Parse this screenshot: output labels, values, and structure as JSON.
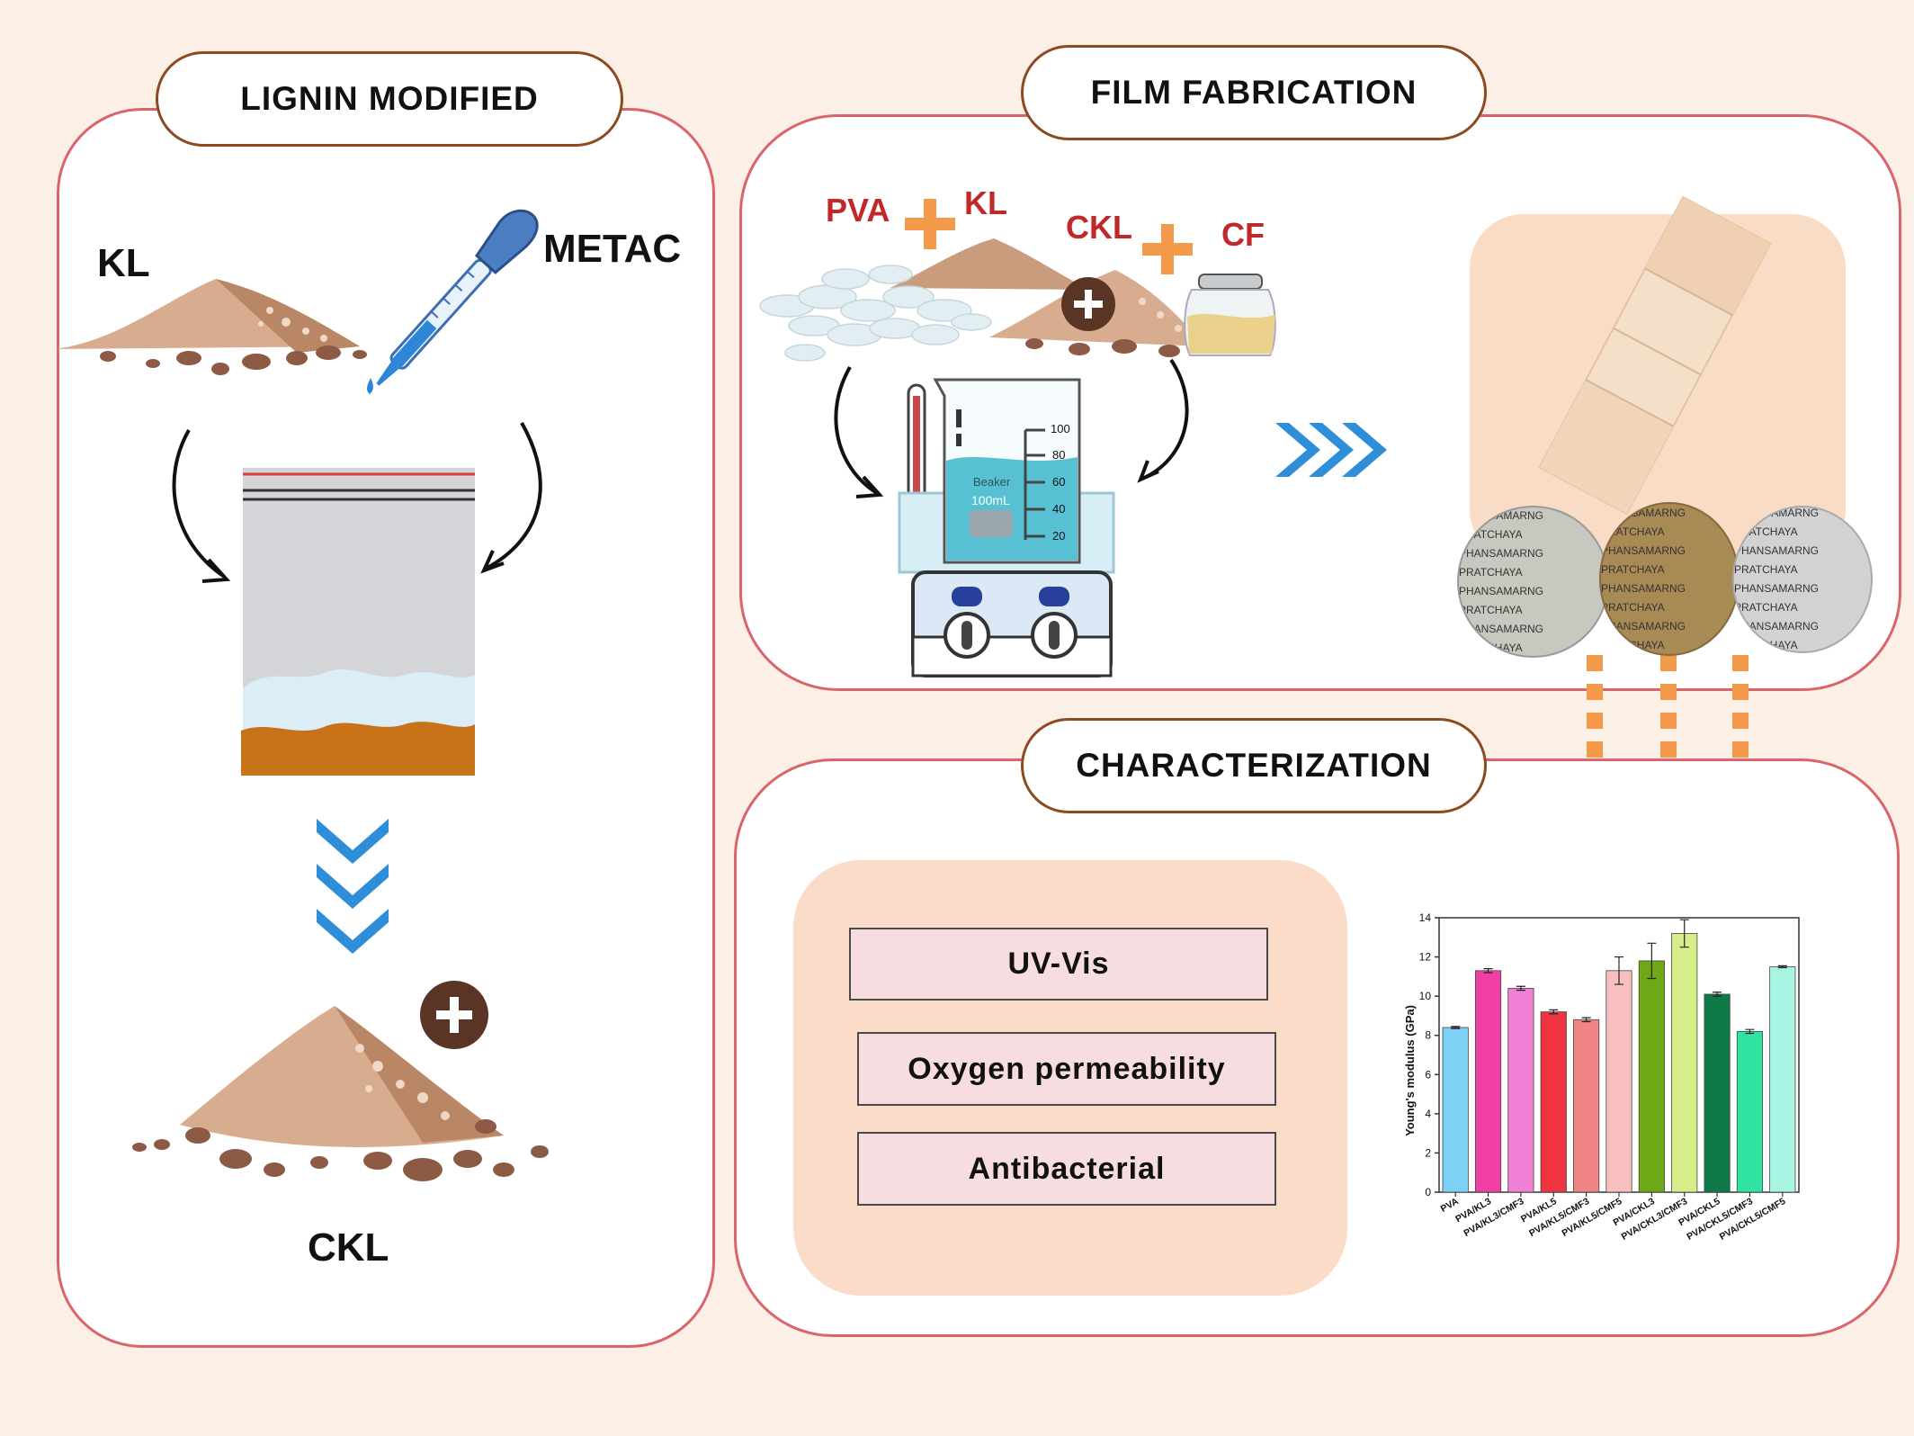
{
  "sections": {
    "lignin": {
      "title": "LIGNIN MODIFIED",
      "kl": "KL",
      "metac": "METAC",
      "ckl": "CKL"
    },
    "film": {
      "title": "FILM FABRICATION",
      "pva": "PVA",
      "kl": "KL",
      "ckl": "CKL",
      "cf": "CF",
      "beaker_text": "Beaker",
      "beaker_vol": "100mL",
      "beaker_scale": [
        "100",
        "80",
        "60",
        "40",
        "20"
      ],
      "watermark_line": "PRATCHAYA PHANSAMARNG"
    },
    "characterization": {
      "title": "CHARACTERIZATION",
      "methods": [
        "UV-Vis",
        "Oxygen permeability",
        "Antibacterial"
      ]
    }
  },
  "colors": {
    "panel_border": "#d9656a",
    "pill_border": "#8b4a1f",
    "arrow_blue": "#2e8fd8",
    "arrow_orange": "#f39a4a",
    "plus": "#5a3526"
  },
  "chart_data": {
    "type": "bar",
    "ylabel": "Young's modulus (GPa)",
    "xlabel": "",
    "ylim": [
      0,
      14
    ],
    "yticks": [
      "0",
      "2",
      "4",
      "6",
      "8",
      "10",
      "12",
      "14"
    ],
    "categories": [
      "PVA",
      "PVA/KL3",
      "PVA/KL3/CMF3",
      "PVA/KL5",
      "PVA/KL5/CMF3",
      "PVA/KL5/CMF5",
      "PVA/CKL3",
      "PVA/CKL3/CMF3",
      "PVA/CKL5",
      "PVA/CKL5/CMF3",
      "PVA/CKL5/CMF5"
    ],
    "values": [
      8.4,
      11.3,
      10.4,
      9.2,
      8.8,
      11.3,
      11.8,
      13.2,
      10.1,
      8.2,
      11.5
    ],
    "errors": [
      0.05,
      0.1,
      0.1,
      0.1,
      0.1,
      0.7,
      0.9,
      0.7,
      0.1,
      0.1,
      0.05
    ],
    "bar_colors": [
      "#7fd2f5",
      "#f23fa5",
      "#f07fd6",
      "#ef3340",
      "#f08486",
      "#f8bfc0",
      "#6ea817",
      "#d5ee8a",
      "#0f7a48",
      "#2fe3a0",
      "#a8f5e3"
    ]
  }
}
